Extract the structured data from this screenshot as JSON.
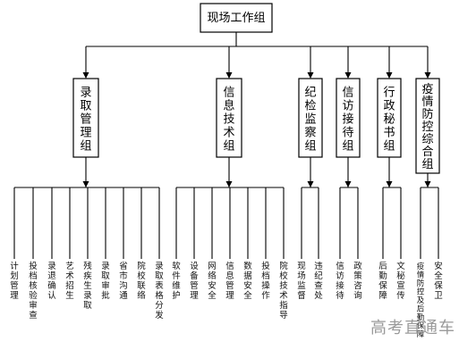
{
  "title": "现场工作组",
  "watermark": "高考直通车",
  "groups": [
    {
      "name": "录取管理组",
      "items": [
        "计划管理",
        "投档核验审查",
        "录退确认",
        "艺术招生",
        "残疾生录取",
        "录取审批",
        "省市沟通",
        "院校联络",
        "录取表格分发"
      ]
    },
    {
      "name": "信息技术组",
      "items": [
        "软件维护",
        "设备管理",
        "网络安全",
        "信息管理",
        "数据安全",
        "投档操作",
        "院校技术指导"
      ]
    },
    {
      "name": "纪检监察组",
      "items": [
        "现场监督",
        "违纪查处"
      ]
    },
    {
      "name": "信访接待组",
      "items": [
        "信访接待",
        "政策咨询"
      ]
    },
    {
      "name": "行政秘书组",
      "items": [
        "后勤保障",
        "文秘宣传"
      ]
    },
    {
      "name": "疫情防控综合组",
      "items": [
        "疫情防控及后勤保障",
        "安全保卫"
      ]
    }
  ]
}
